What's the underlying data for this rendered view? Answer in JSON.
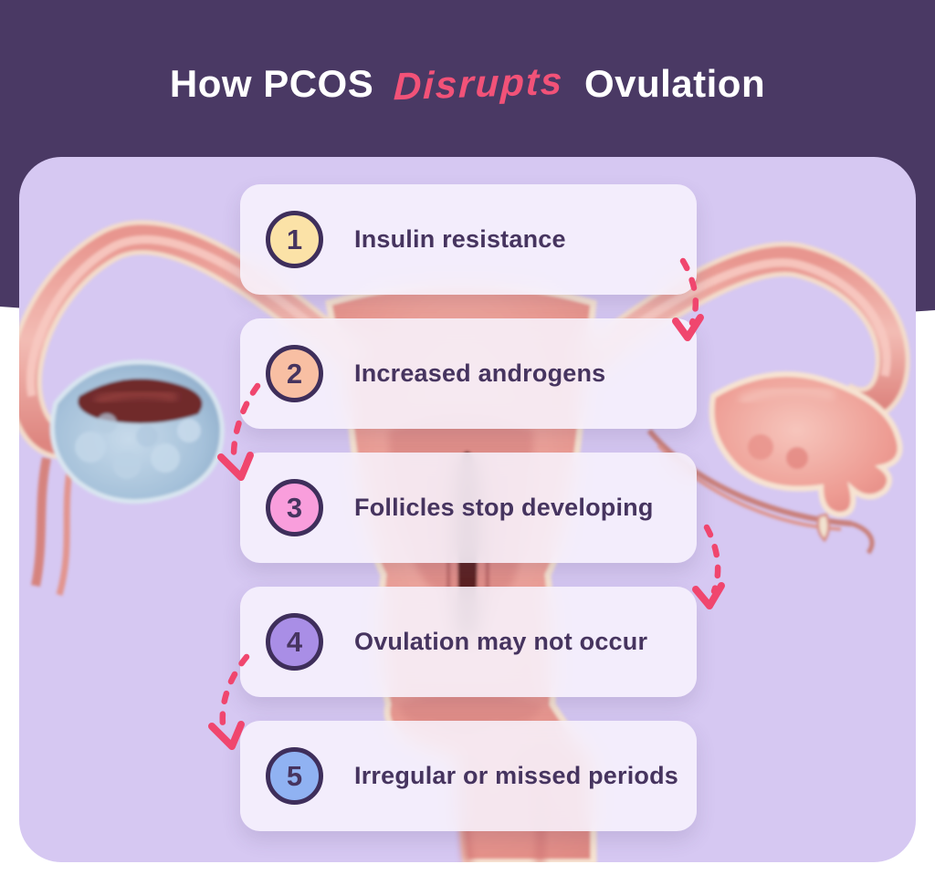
{
  "title": {
    "prefix": "How PCOS",
    "highlight": "Disrupts",
    "suffix": "Ovulation"
  },
  "steps": [
    {
      "number": "1",
      "label": "Insulin resistance",
      "circle_color": "#FBE2A7"
    },
    {
      "number": "2",
      "label": "Increased androgens",
      "circle_color": "#F8BFA3"
    },
    {
      "number": "3",
      "label": "Follicles stop developing",
      "circle_color": "#F99EDC"
    },
    {
      "number": "4",
      "label": "Ovulation may not occur",
      "circle_color": "#A98EE6"
    },
    {
      "number": "5",
      "label": "Irregular or missed periods",
      "circle_color": "#90B2F2"
    }
  ],
  "colors": {
    "header_bg": "#4A3964",
    "panel_bg": "#D6C8F2",
    "text_purple": "#46345F",
    "circle_border": "#3E2E5B",
    "arrow_pink": "#F0466E",
    "title_highlight": "#F25278"
  },
  "illustration": {
    "name": "uterus-fallopian-tubes-ovaries",
    "left_ovary": "polycystic-blue-ovary",
    "right_ovary": "pink-ovary-with-fimbriae"
  }
}
